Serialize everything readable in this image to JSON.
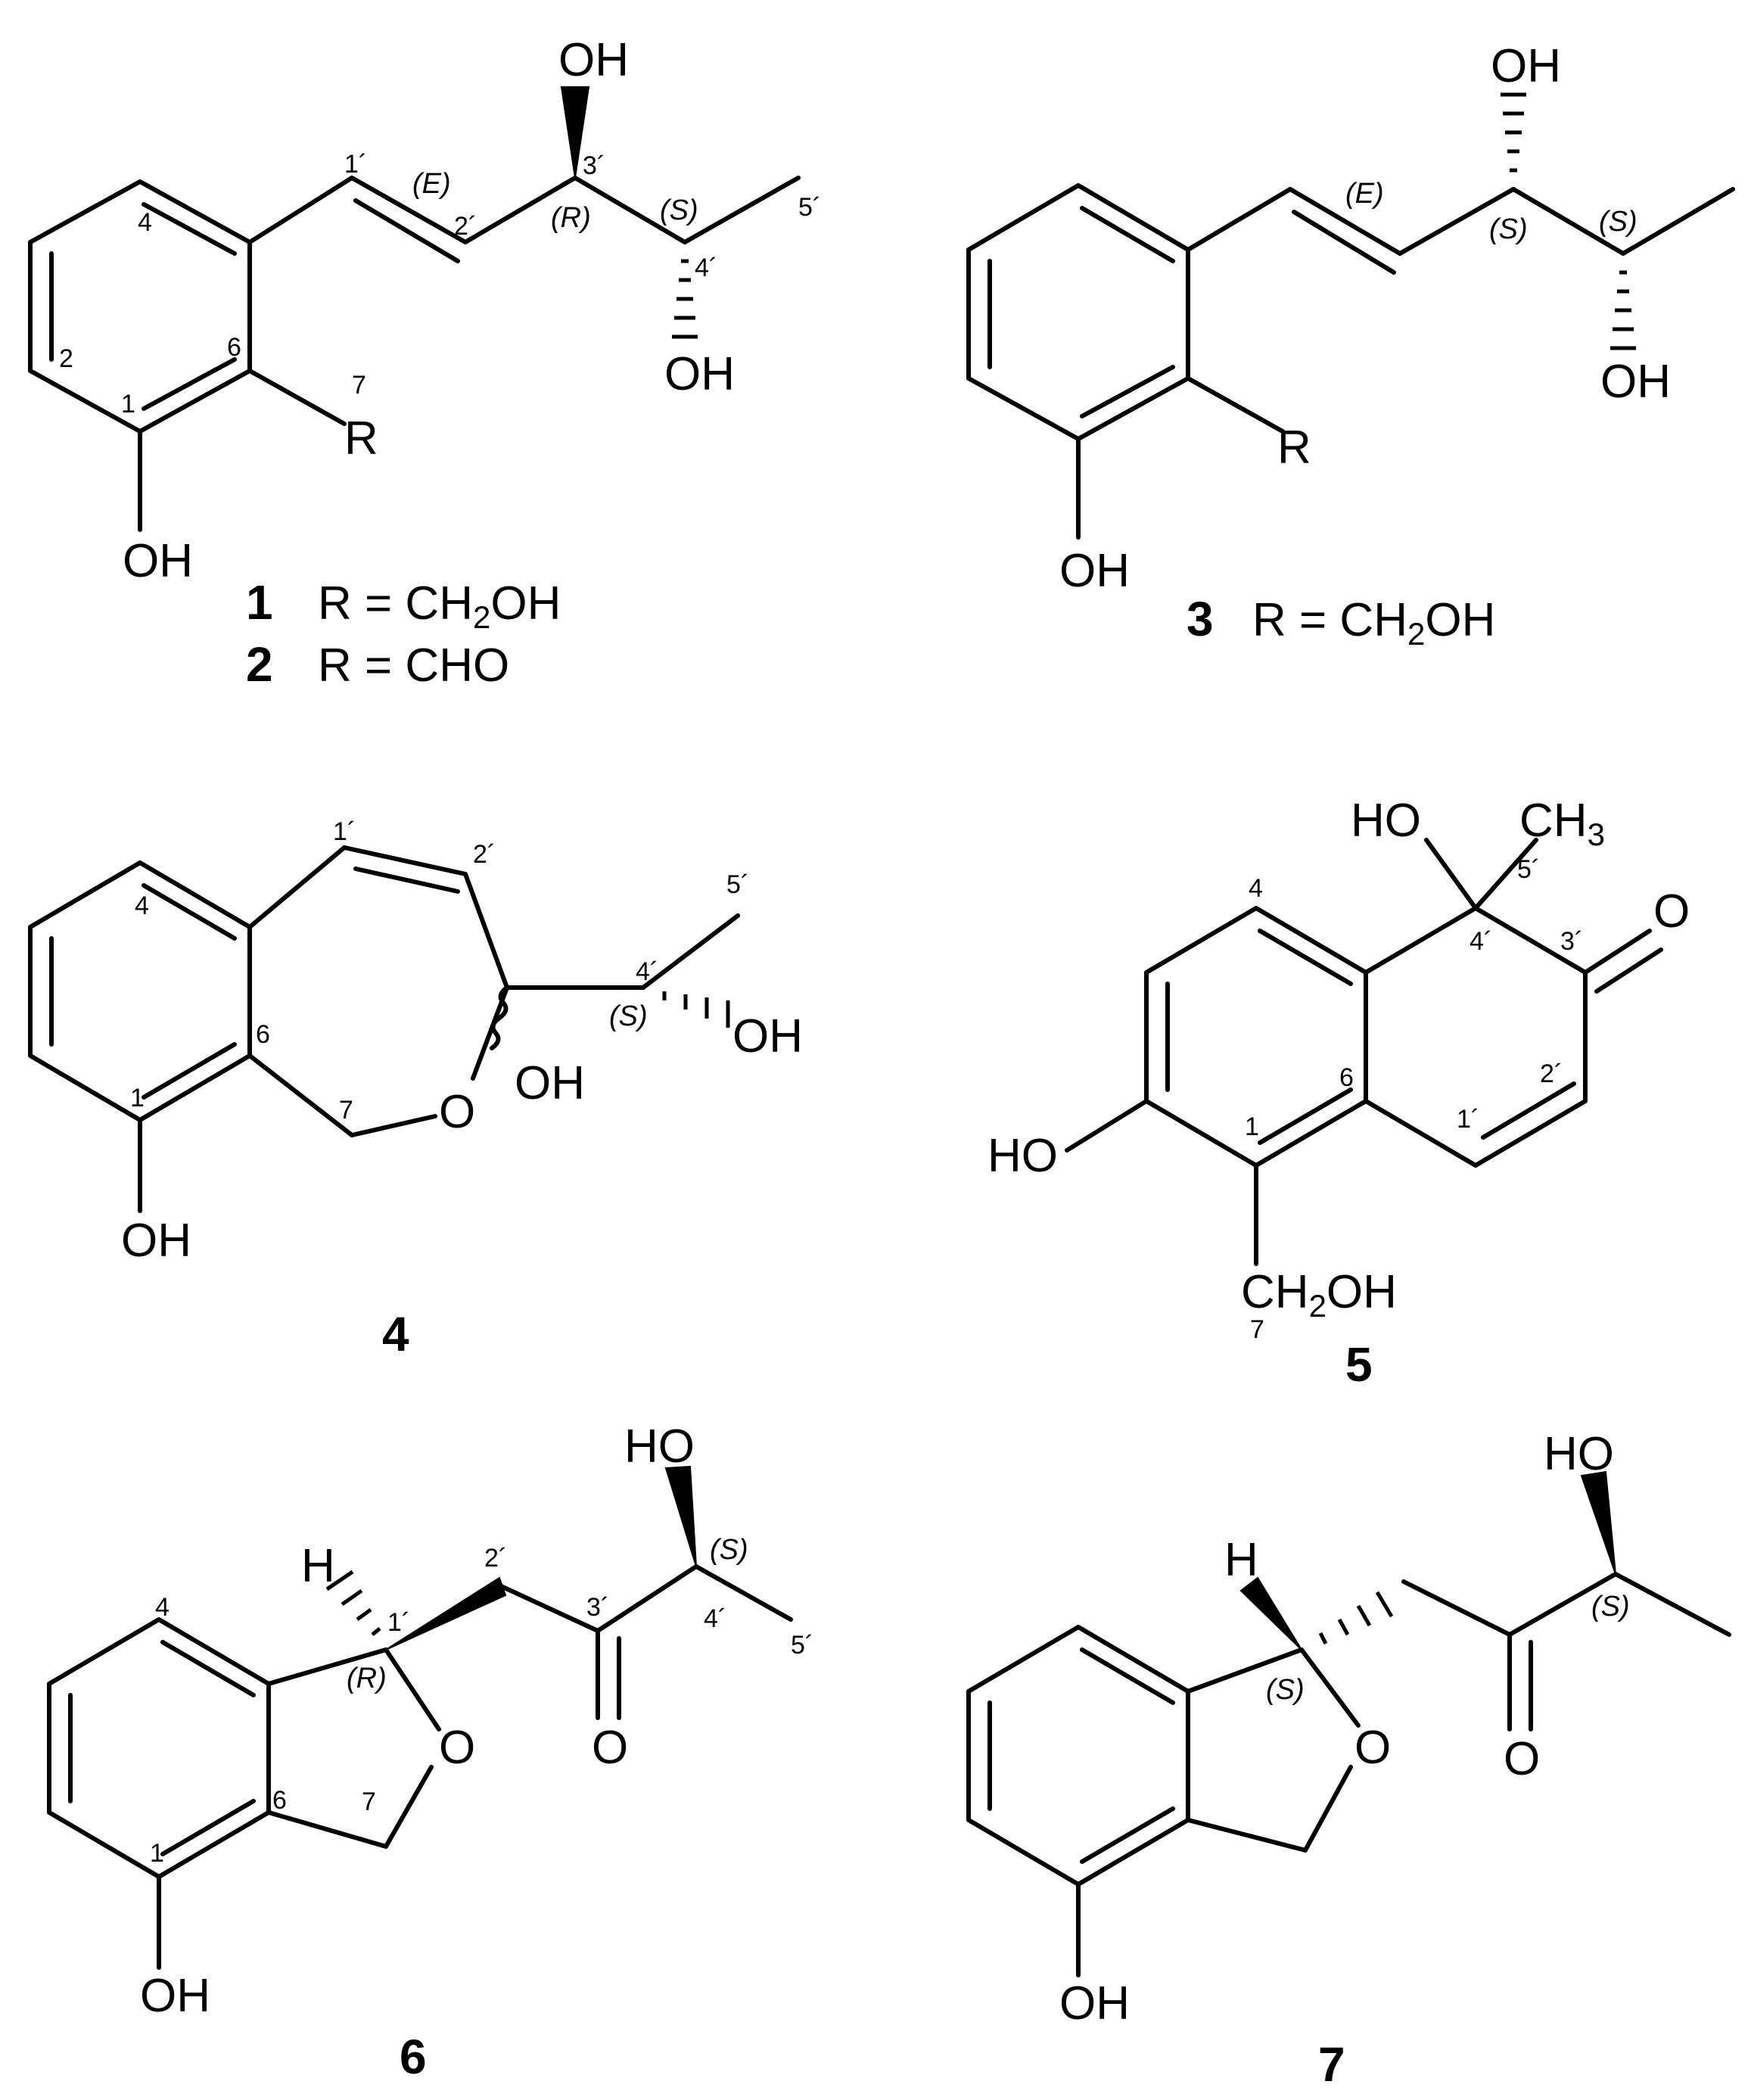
{
  "compounds": [
    {
      "id": "1",
      "r_def": [
        "R = CH",
        "2",
        "OH"
      ],
      "atoms": {
        "oh_top": "OH",
        "oh_bottom": "OH",
        "r": "R",
        "oh_ring": "OH"
      },
      "numbers": {
        "n1p": "1´",
        "n2p": "2´",
        "n3p": "3´",
        "n4p": "4´",
        "n5p": "5´",
        "n4": "4",
        "n2": "2",
        "n6": "6",
        "n1": "1",
        "n7": "7"
      },
      "stereo": {
        "e": "(E)",
        "r": "(R)",
        "s": "(S)"
      }
    },
    {
      "id": "2",
      "r_def": "R = CHO"
    },
    {
      "id": "3",
      "r_def": [
        "R = CH",
        "2",
        "OH"
      ],
      "atoms": {
        "oh_top": "OH",
        "oh_bottom": "OH",
        "r": "R",
        "oh_ring": "OH"
      },
      "stereo": {
        "e": "(E)",
        "s1": "(S)",
        "s2": "(S)"
      }
    },
    {
      "id": "4",
      "atoms": {
        "o": "O",
        "oh_mid": "OH",
        "oh_side": "OH",
        "oh_ring": "OH"
      },
      "numbers": {
        "n1p": "1´",
        "n2p": "2´",
        "n4p": "4´",
        "n5p": "5´",
        "n4": "4",
        "n6": "6",
        "n1": "1",
        "n7": "7"
      },
      "stereo": {
        "s": "(S)"
      }
    },
    {
      "id": "5",
      "atoms": {
        "ho_top": "HO",
        "ch3": [
          "CH",
          "3"
        ],
        "o_ketone": "O",
        "ho_ring": "HO",
        "ch2oh": [
          "CH",
          "2",
          "OH"
        ]
      },
      "numbers": {
        "n4": "4",
        "n4p": "4´",
        "n5p": "5´",
        "n3p": "3´",
        "n6": "6",
        "n1": "1",
        "n2p": "2´",
        "n1p": "1´",
        "n7": "7"
      }
    },
    {
      "id": "6",
      "atoms": {
        "ho": "HO",
        "h": "H",
        "o_ring": "O",
        "o_ketone": "O",
        "oh_ring": "OH"
      },
      "numbers": {
        "n2p": "2´",
        "n4": "4",
        "n1p": "1´",
        "n3p": "3´",
        "n4p": "4´",
        "n5p": "5´",
        "n6": "6",
        "n7": "7",
        "n1": "1"
      },
      "stereo": {
        "s": "(S)",
        "r": "(R)"
      }
    },
    {
      "id": "7",
      "atoms": {
        "ho": "HO",
        "h": "H",
        "o_ring": "O",
        "o_ketone": "O",
        "oh_ring": "OH"
      },
      "stereo": {
        "s1": "(S)",
        "s2": "(S)"
      }
    }
  ]
}
